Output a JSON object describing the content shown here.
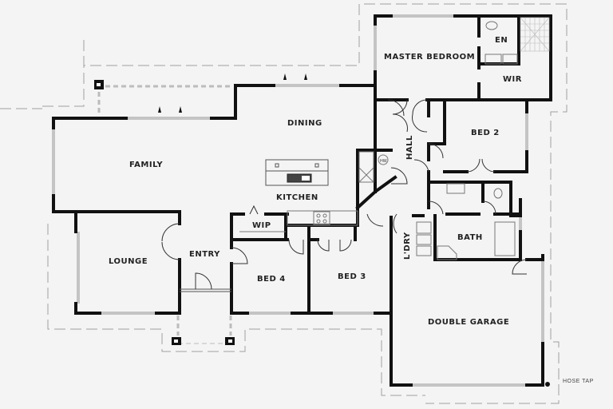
{
  "plan": {
    "type": "floor-plan",
    "rooms": [
      {
        "id": "master-bedroom",
        "label": "MASTER BEDROOM"
      },
      {
        "id": "ensuite",
        "label": "EN"
      },
      {
        "id": "wir",
        "label": "WIR"
      },
      {
        "id": "dining",
        "label": "DINING"
      },
      {
        "id": "family",
        "label": "FAMILY"
      },
      {
        "id": "kitchen",
        "label": "KITCHEN"
      },
      {
        "id": "hall",
        "label": "HALL"
      },
      {
        "id": "bed-2",
        "label": "BED 2"
      },
      {
        "id": "wip",
        "label": "WIP"
      },
      {
        "id": "lounge",
        "label": "LOUNGE"
      },
      {
        "id": "entry",
        "label": "ENTRY"
      },
      {
        "id": "bed-4",
        "label": "BED 4"
      },
      {
        "id": "bed-3",
        "label": "BED 3"
      },
      {
        "id": "laundry",
        "label": "L'DRY"
      },
      {
        "id": "bath",
        "label": "BATH"
      },
      {
        "id": "double-garage",
        "label": "DOUBLE GARAGE"
      }
    ],
    "annotations": {
      "hose_tap": "HOSE TAP",
      "hot_water": "HW"
    },
    "colors": {
      "background": "#f4f4f4",
      "wall": "#111111",
      "window": "#bdbdbd",
      "boundary": "#9a9a9a"
    }
  }
}
